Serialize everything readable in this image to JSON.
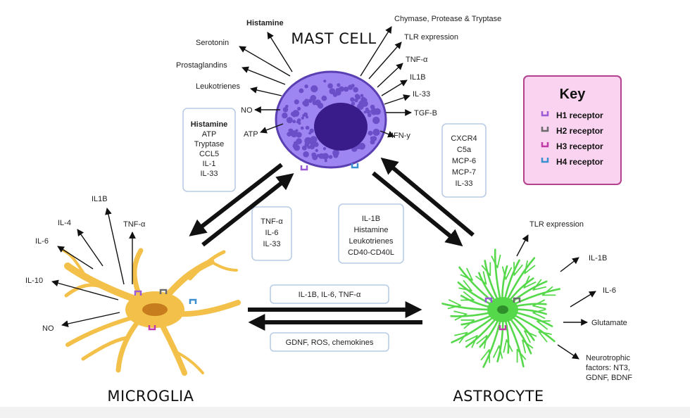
{
  "mast_cell": {
    "title": "MAST CELL",
    "outputs": [
      "Histamine",
      "Serotonin",
      "Prostaglandins",
      "Leukotrienes",
      "NO",
      "ATP",
      "Chymase, Protease & Tryptase",
      "TLR expression",
      "TNF-α",
      "IL1B",
      "IL-33",
      "TGF-B",
      "IFN-y"
    ],
    "colors": {
      "body": "#9d86f2",
      "border": "#5a3fb2",
      "granule": "#6a4fc8",
      "nucleus": "#3a1b8a"
    }
  },
  "microglia": {
    "title": "MICROGLIA",
    "outputs": [
      "IL1B",
      "IL-4",
      "TNF-α",
      "IL-6",
      "IL-10",
      "NO"
    ],
    "colors": {
      "body": "#f3c04a",
      "nucleus": "#c77c1e"
    }
  },
  "astrocyte": {
    "title": "ASTROCYTE",
    "outputs": [
      "TLR expression",
      "IL-1B",
      "IL-6",
      "Glutamate",
      "Neurotrophic",
      "factors: NT3,",
      "GDNF, BDNF"
    ],
    "colors": {
      "body": "#55d84a",
      "nucleus": "#2f8f2a"
    }
  },
  "boxes": {
    "mc_to_microglia": [
      "Histamine",
      "ATP",
      "Tryptase",
      "CCL5",
      "IL-1",
      "IL-33"
    ],
    "microglia_to_mc": [
      "TNF-α",
      "IL-6",
      "IL-33"
    ],
    "mc_to_astrocyte": [
      "IL-1B",
      "Histamine",
      "Leukotrienes",
      "CD40-CD40L"
    ],
    "astrocyte_to_mc": [
      "CXCR4",
      "C5a",
      "MCP-6",
      "MCP-7",
      "IL-33"
    ],
    "microglia_to_astrocyte": "IL-1B, IL-6, TNF-α",
    "astrocyte_to_microglia": "GDNF, ROS, chemokines"
  },
  "key": {
    "title": "Key",
    "items": [
      {
        "label": "H1 receptor",
        "color": "#9b5bd6"
      },
      {
        "label": "H2 receptor",
        "color": "#6b6b6b"
      },
      {
        "label": "H3 receptor",
        "color": "#c03aa8"
      },
      {
        "label": "H4 receptor",
        "color": "#3d8fd0"
      }
    ]
  }
}
